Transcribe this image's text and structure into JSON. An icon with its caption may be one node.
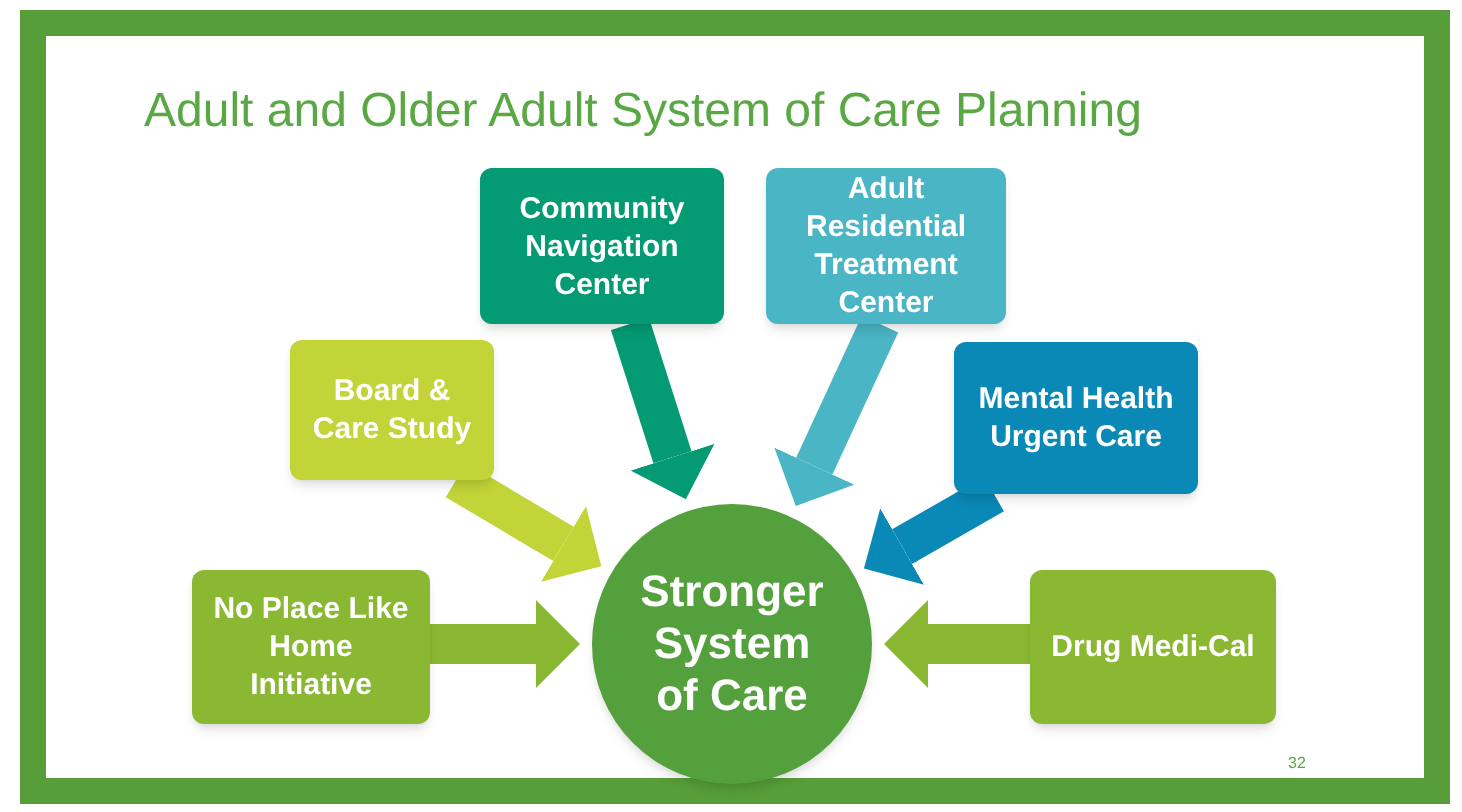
{
  "diagram": {
    "title": "Adult and Older Adult System of Care Planning",
    "nodes": [
      {
        "text": [
          "Community Navigation Center"
        ]
      },
      {
        "text": [
          "Adult Residential Treatment Center"
        ]
      },
      {
        "text": [
          "Board & Care Study"
        ]
      },
      {
        "text": [
          "Mental Health Urgent Care"
        ]
      },
      {
        "text": [
          "No Place Like Home Initiative"
        ]
      },
      {
        "text": [
          "Stronger System of Care"
        ]
      },
      {
        "text": [
          "Drug Medi-Cal"
        ]
      }
    ],
    "edges": [
      {
        "from": 0,
        "to": 5,
        "arrow": "to",
        "color": "#049a74"
      },
      {
        "from": 1,
        "to": 5,
        "arrow": "to",
        "color": "#4ab5c5"
      },
      {
        "from": 2,
        "to": 5,
        "arrow": "to",
        "color": "#c3d438"
      },
      {
        "from": 3,
        "to": 5,
        "arrow": "to",
        "color": "#0a88b6"
      },
      {
        "from": 4,
        "to": 5,
        "arrow": "to",
        "color": "#8ab833"
      },
      {
        "from": 6,
        "to": 5,
        "arrow": "to",
        "color": "#8ab833"
      }
    ],
    "labels": [
      "32"
    ]
  }
}
